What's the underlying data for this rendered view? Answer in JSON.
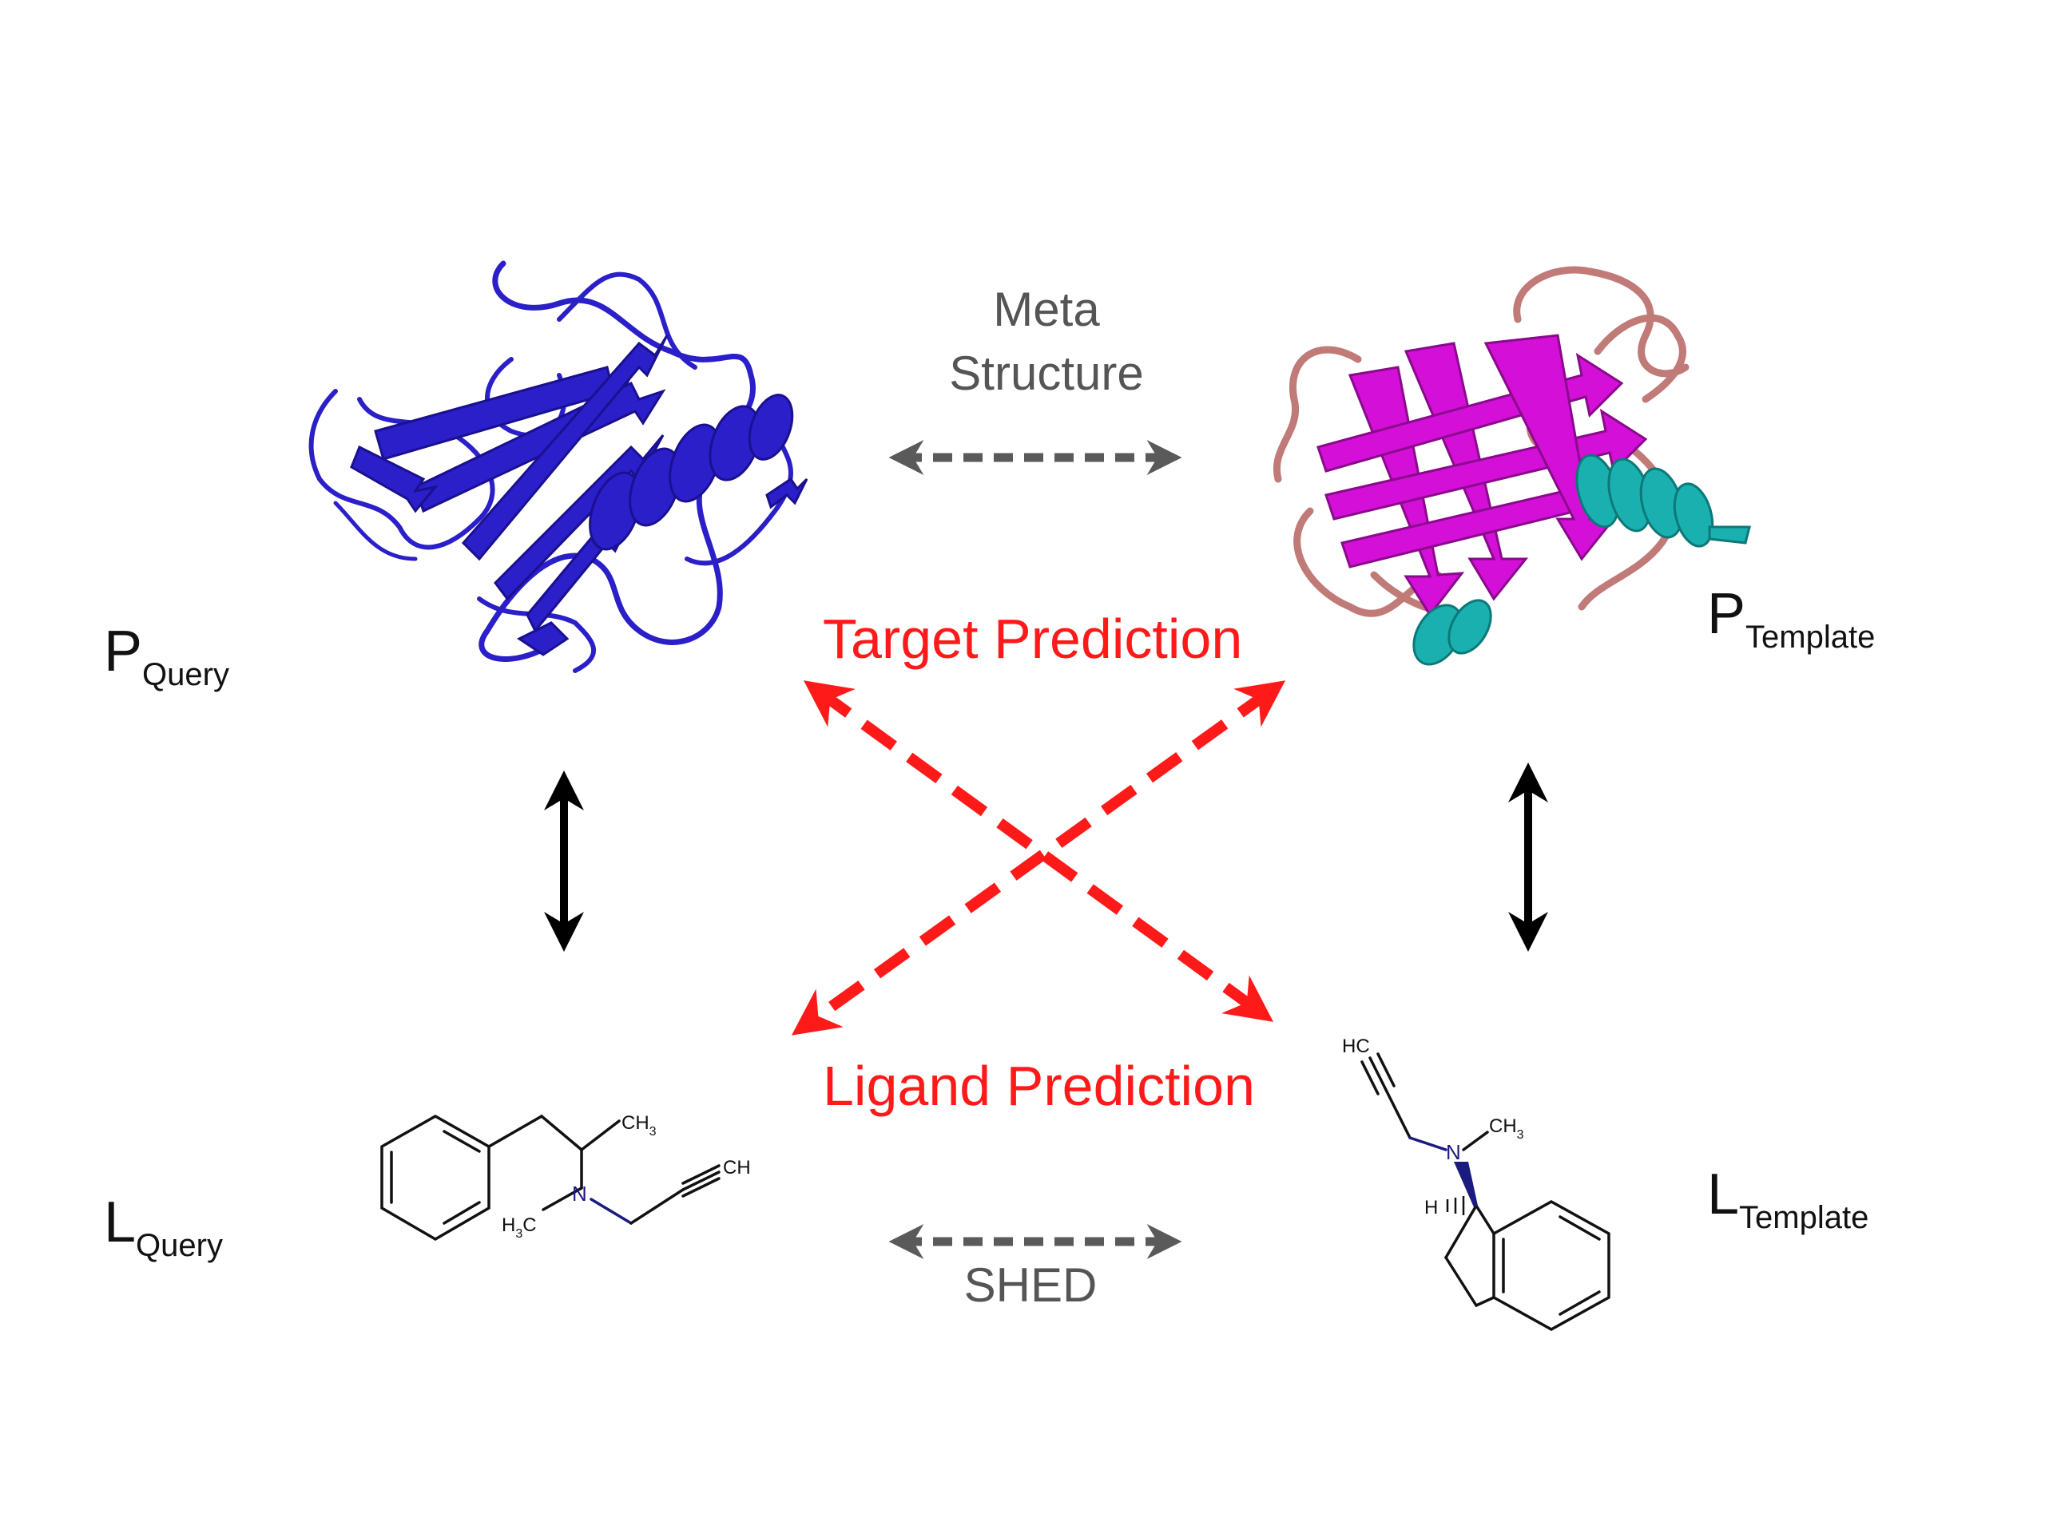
{
  "labels": {
    "p_query": {
      "main": "P",
      "sub": "Query"
    },
    "p_template": {
      "main": "P",
      "sub": "Template"
    },
    "l_query": {
      "main": "L",
      "sub": "Query"
    },
    "l_template": {
      "main": "L",
      "sub": "Template"
    },
    "meta_structure_line1": "Meta",
    "meta_structure_line2": "Structure",
    "target_prediction": "Target Prediction",
    "ligand_prediction": "Ligand Prediction",
    "shed": "SHED"
  },
  "chem_labels": {
    "query_ch3": "CH",
    "query_ch3_sub": "3",
    "query_ch": "CH",
    "query_n": "N",
    "query_h3c_h": "H",
    "query_h3c_sub": "3",
    "query_h3c_c": "C",
    "template_hc": "HC",
    "template_n": "N",
    "template_ch3": "CH",
    "template_ch3_sub": "3",
    "template_h": "H"
  },
  "colors": {
    "query_protein": "#2a1fc8",
    "template_protein_sheet": "#d40fd8",
    "template_protein_loop": "#c07a78",
    "template_protein_helix": "#1ab0b0",
    "red_arrow": "#ff1a1a",
    "gray_arrow": "#5a5a5a",
    "black_arrow": "#000000"
  }
}
